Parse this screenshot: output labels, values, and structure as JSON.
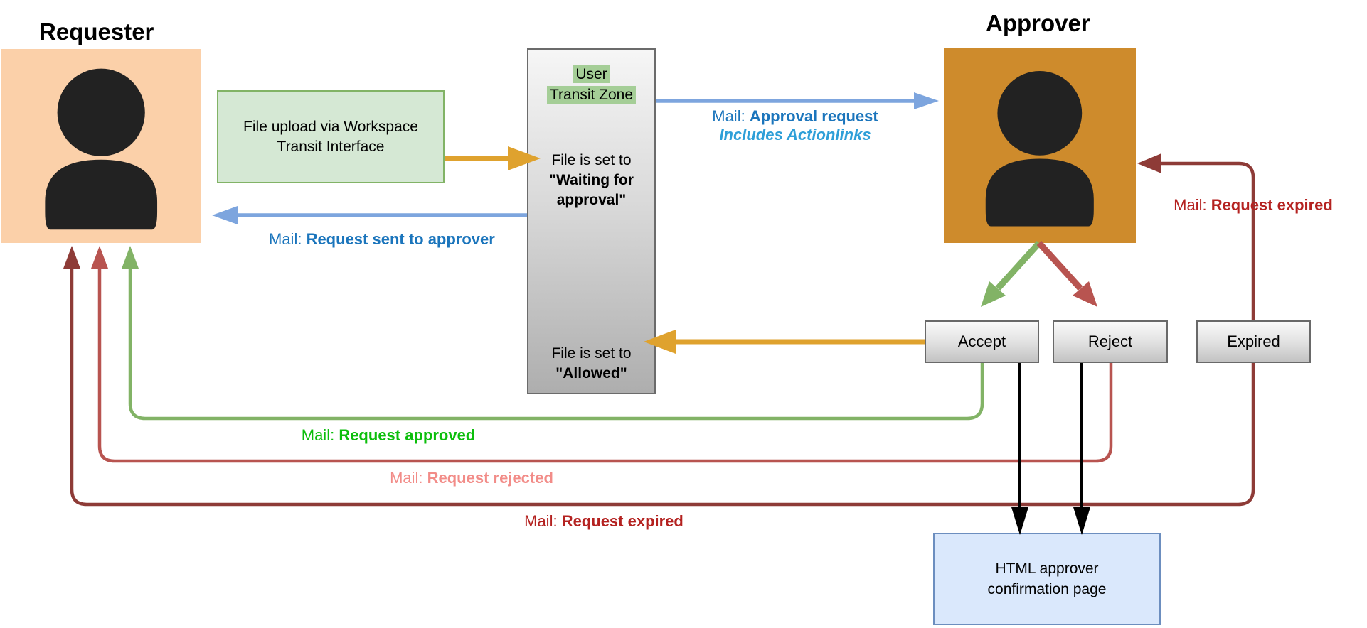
{
  "titles": {
    "requester": "Requester",
    "approver": "Approver"
  },
  "boxes": {
    "file_upload": {
      "line1": "File upload via Workspace",
      "line2": "Transit Interface"
    },
    "transit_zone": {
      "title_lines": [
        "User",
        "Transit Zone"
      ],
      "waiting": {
        "prefix": "File is set to",
        "value_line1": "\"Waiting for",
        "value_line2": "approval\""
      },
      "allowed": {
        "prefix": "File is set to",
        "value": "\"Allowed\""
      }
    },
    "confirmation": {
      "line1": "HTML approver",
      "line2": "confirmation page"
    }
  },
  "buttons": {
    "accept": "Accept",
    "reject": "Reject",
    "expired": "Expired"
  },
  "mails": {
    "approval_request": {
      "prefix": "Mail: ",
      "bold": "Approval request",
      "sub": "Includes Actionlinks"
    },
    "sent_to_approver": {
      "prefix": "Mail: ",
      "bold": "Request sent to approver"
    },
    "approved": {
      "prefix": "Mail: ",
      "bold": "Request approved"
    },
    "rejected": {
      "prefix": "Mail: ",
      "bold": "Request rejected"
    },
    "expired_top": {
      "prefix": "Mail: ",
      "bold": "Request expired"
    },
    "expired_bottom": {
      "prefix": "Mail: ",
      "bold": "Request expired"
    }
  },
  "icons": {
    "requester": "person-icon",
    "approver": "person-icon"
  },
  "colors": {
    "blue_arrow": "#7DA5DE",
    "blue_text": "#1B75BC",
    "blue_italic": "#2E9FD8",
    "amber": "#DFA22E",
    "green_line": "#82B366",
    "green_text": "#0CBE0C",
    "salmon_line": "#B85450",
    "salmon_text": "#F28C88",
    "darkred_line": "#8E3B37",
    "darkred_text": "#B42220",
    "peach": "#FBD0A9",
    "orange": "#CE8B2C",
    "green_box_fill": "#D5E8D4",
    "green_box_border": "#82B366",
    "highlight": "#A5CE97",
    "blue_box_fill": "#DAE8FC",
    "blue_box_border": "#6C8EBF",
    "person": "#222222"
  }
}
